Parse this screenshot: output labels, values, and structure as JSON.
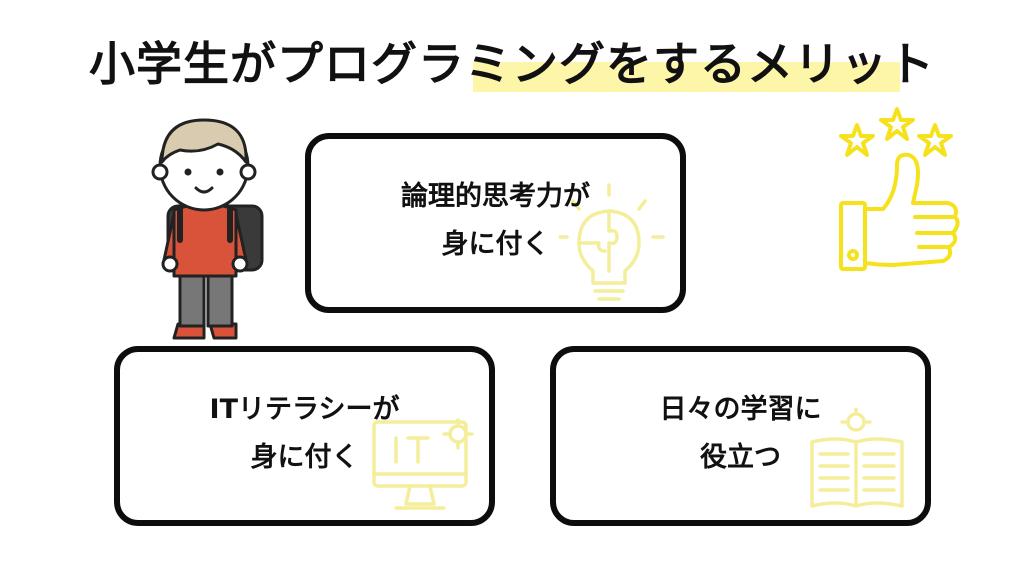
{
  "title": "小学生がプログラミングをするメリット",
  "cards": [
    {
      "line1": "論理的思考力が",
      "line2": "身に付く",
      "icon": "lightbulb-puzzle-icon"
    },
    {
      "line1": "ITリテラシーが",
      "line2": "身に付く",
      "icon": "computer-it-icon"
    },
    {
      "line1": "日々の学習に",
      "line2": "役立つ",
      "icon": "open-book-icon"
    }
  ],
  "decorations": {
    "child": "schoolchild-with-backpack-illustration",
    "thumbs_up": "thumbs-up-with-stars-icon"
  },
  "colors": {
    "highlight": "#fdf6a8",
    "icon_yellow": "#f6e21c",
    "icon_faint": "#f4ee9a",
    "border": "#0d0d0d",
    "shirt": "#d9533a"
  }
}
